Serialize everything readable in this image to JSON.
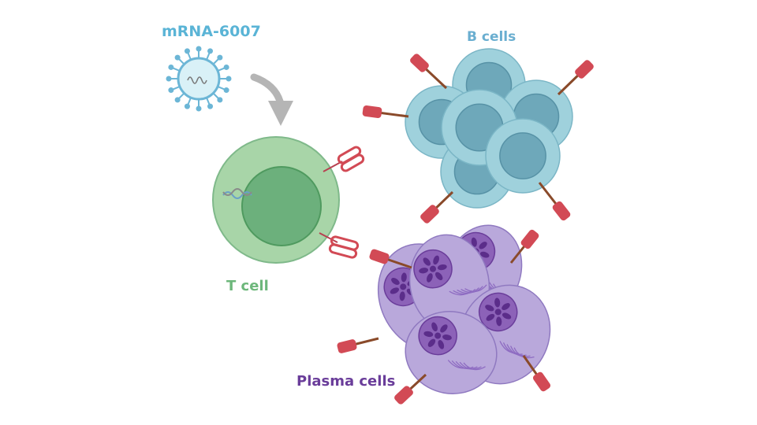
{
  "labels": {
    "mrna": "mRNA-6007",
    "b_cells": "B cells",
    "t_cell": "T cell",
    "plasma_cells": "Plasma cells"
  },
  "colors": {
    "mrna_text": "#5ab4d6",
    "b_cells_text": "#6aaed0",
    "t_cell_text": "#6db77b",
    "plasma_text": "#6a3d9a",
    "virus_body": "#d9f1f7",
    "virus_spike": "#6cb6d6",
    "arrow": "#b5b5b5",
    "t_cell_outer": "#a8d5a8",
    "t_cell_nucleus": "#6cb07c",
    "b_cell_outer": "#9fd1dc",
    "b_cell_nucleus": "#6ea8ba",
    "plasma_outer": "#b9a8db",
    "plasma_nucleus": "#8c62b8",
    "antibody_head": "#d24a55",
    "antibody_stem": "#8a4a2a"
  },
  "icons": {
    "virus": "mrna-particle-icon",
    "arrow": "curved-arrow-icon",
    "dna": "rna-strand-icon",
    "receptor": "t-cell-receptor-icon",
    "antibody": "antibody-icon"
  }
}
